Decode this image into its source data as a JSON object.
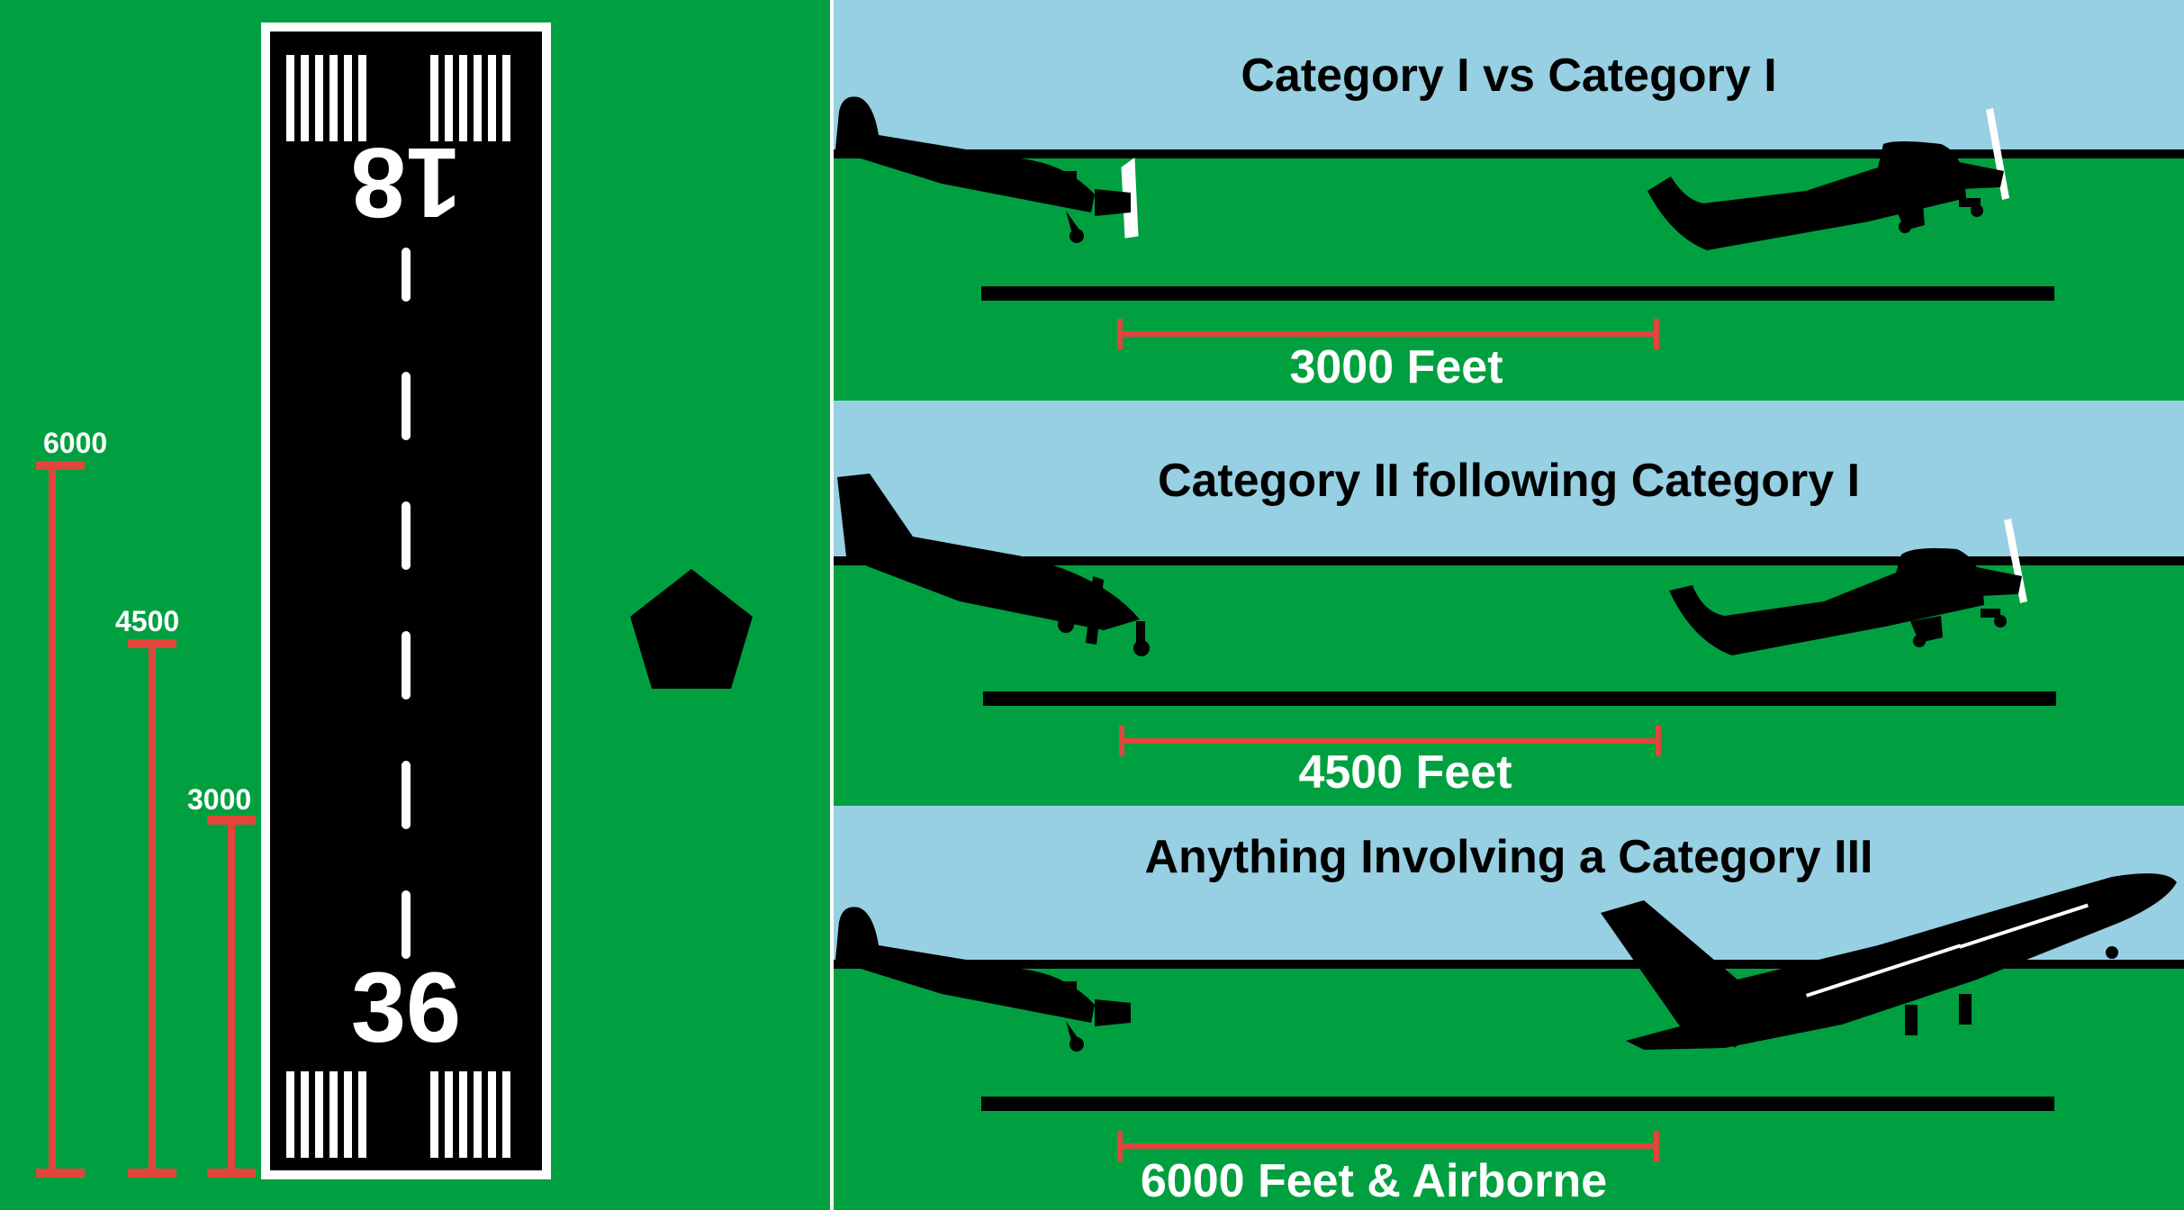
{
  "colors": {
    "grass": "#00a040",
    "sky": "#96d0e2",
    "scale_red": "#e2453c",
    "runway": "#000000",
    "marking": "#ffffff"
  },
  "scale": {
    "labels": [
      "6000",
      "4500",
      "3000"
    ]
  },
  "runway": {
    "top_number": "18",
    "bottom_number": "36"
  },
  "panels": [
    {
      "title": "Category I vs Category I",
      "distance_label": "3000 Feet",
      "lead_aircraft": "cessna-icon",
      "trail_aircraft": "tailwheel-plane-icon"
    },
    {
      "title": "Category II following Category I",
      "distance_label": "4500 Feet",
      "lead_aircraft": "cessna-icon",
      "trail_aircraft": "twin-plane-icon"
    },
    {
      "title": "Anything Involving a Category III",
      "distance_label": "6000 Feet & Airborne",
      "lead_aircraft": "jetliner-icon",
      "trail_aircraft": "tailwheel-plane-icon"
    }
  ]
}
